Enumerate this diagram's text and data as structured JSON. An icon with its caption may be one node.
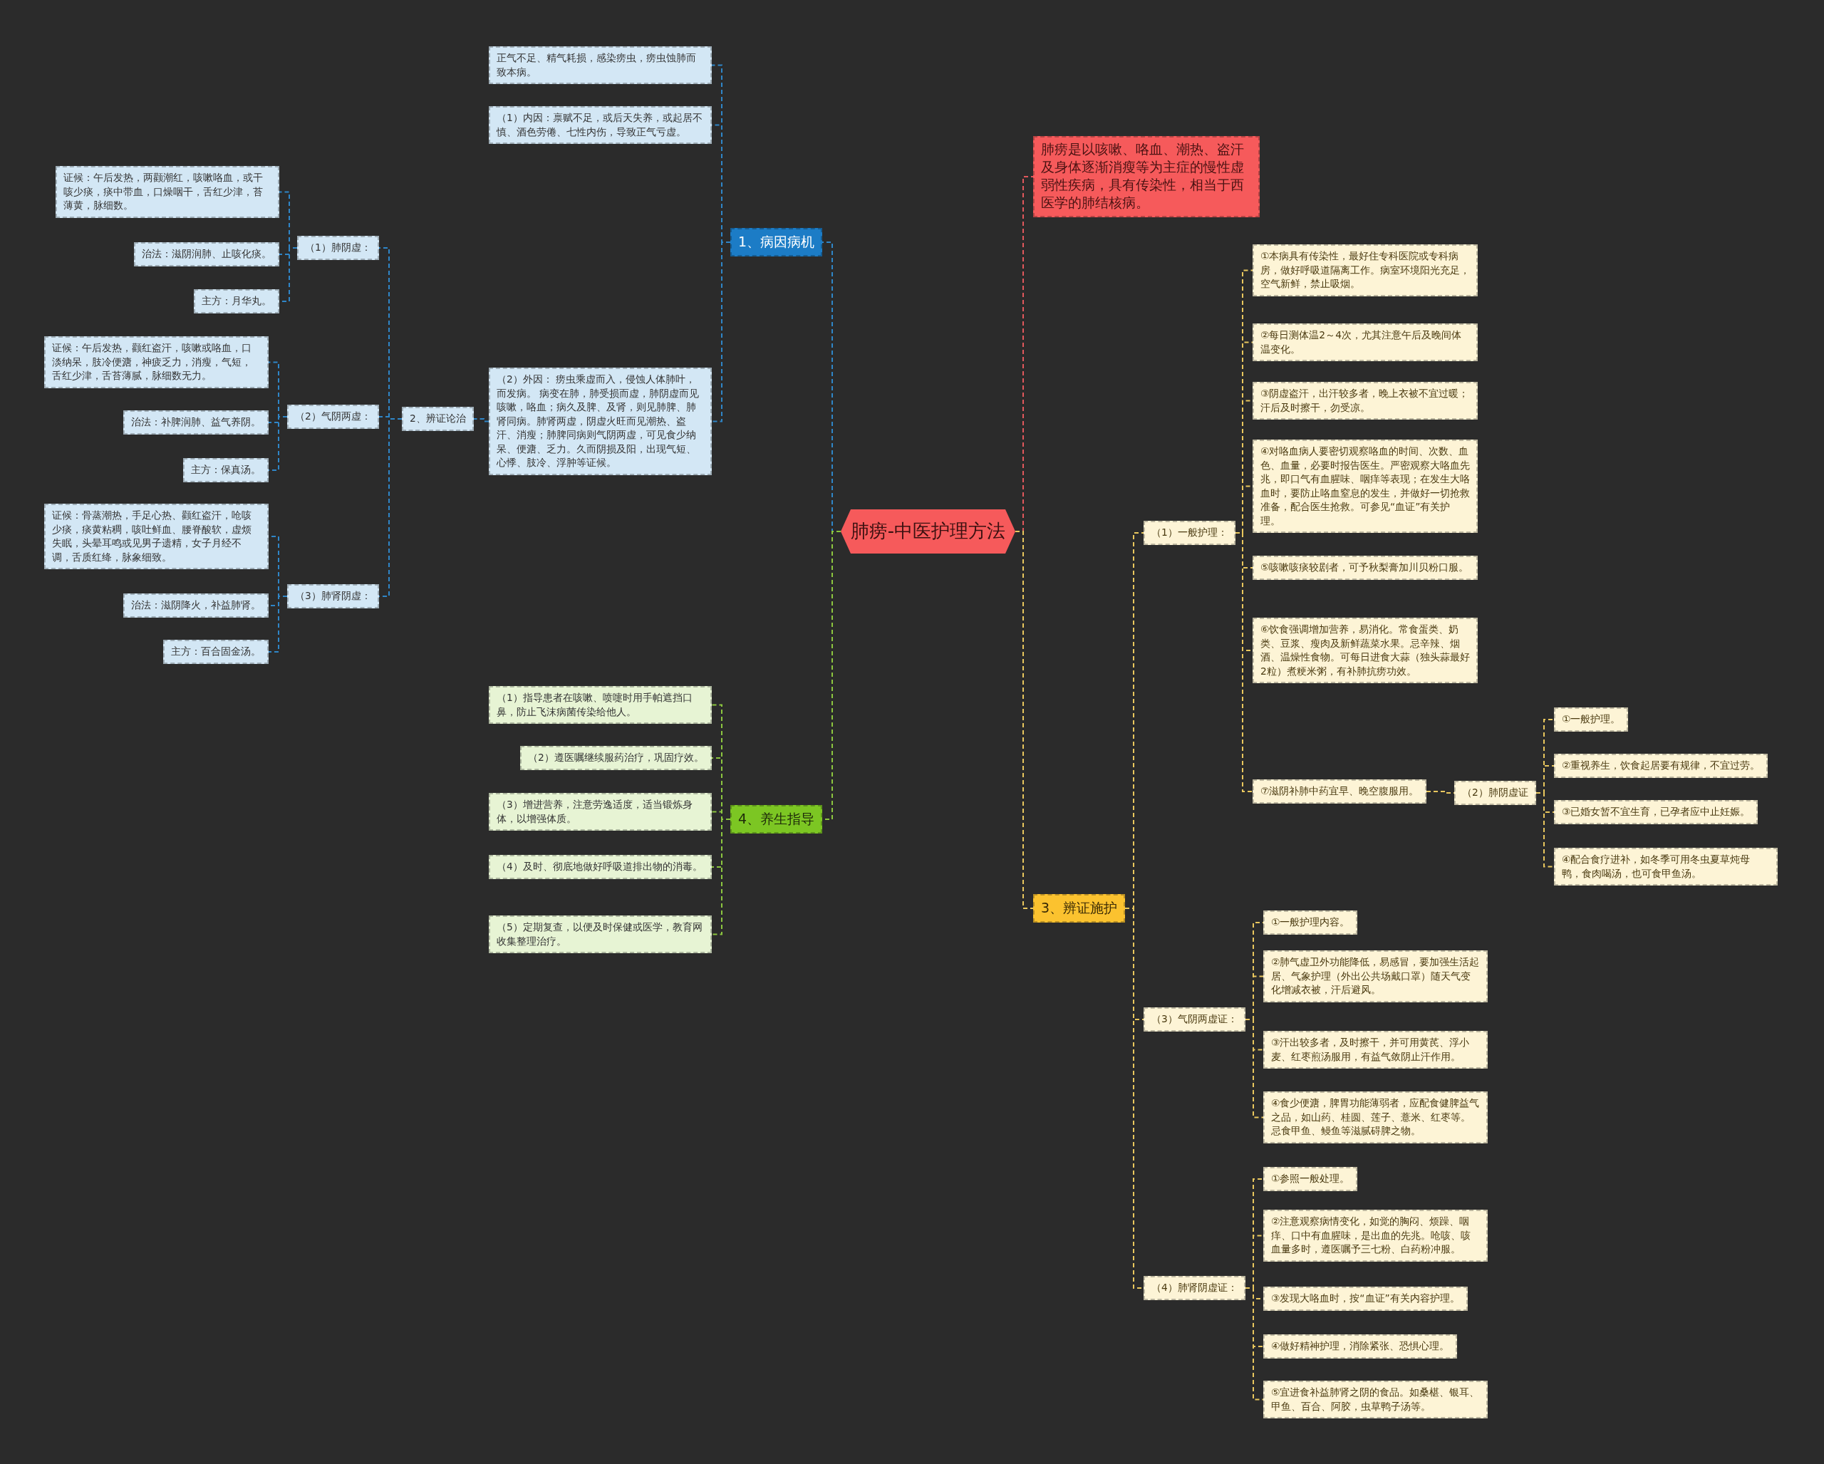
{
  "diagram": {
    "nodes": [
      {
        "text": [
          "肺痨-中医护理方法"
        ]
      },
      {
        "text": [
          "1、病因病机"
        ]
      },
      {
        "text": [
          "正气不足、精气耗损，感染痨虫，痨虫蚀肺而致本病。"
        ]
      },
      {
        "text": [
          "（1）内因：禀赋不足，或后天失养，或起居不慎、酒色劳倦、七性内伤，导致正气亏虚。"
        ]
      },
      {
        "text": [
          "（2）外因： 痨虫乘虚而入，侵蚀人体肺叶，而发病。 病变在肺，肺受损而虚，肺阴虚而见咳嗽，咯血；病久及脾、及肾，则见肺脾、肺肾同病。肺肾两虚，阴虚火旺而见潮热、盗汗、消瘦；肺脾同病则气阴两虚，可见食少纳呆、便溏、乏力。久而阴损及阳，出现气短、心悸、肢冷、浮肿等证候。"
        ]
      },
      {
        "text": [
          "2、辨证论治"
        ]
      },
      {
        "text": [
          "（1）肺阴虚："
        ]
      },
      {
        "text": [
          "证候：午后发热，两颧潮红，咳嗽咯血，或干咳少痰，痰中带血，口燥咽干，舌红少津，苔薄黄，脉细数。"
        ]
      },
      {
        "text": [
          "治法：滋阴润肺、止咳化痰。"
        ]
      },
      {
        "text": [
          "主方：月华丸。"
        ]
      },
      {
        "text": [
          "（2）气阴两虚："
        ]
      },
      {
        "text": [
          "证候：午后发热，颧红盗汗，咳嗽或咯血，口淡纳呆，肢冷便溏，神疲乏力，消瘦，气短，舌红少津，舌苔薄腻，脉细数无力。"
        ]
      },
      {
        "text": [
          "治法：补脾润肺、益气养阴。"
        ]
      },
      {
        "text": [
          "主方：保真汤。"
        ]
      },
      {
        "text": [
          "（3）肺肾阴虚："
        ]
      },
      {
        "text": [
          "证候：骨蒸潮热，手足心热、颧红盗汗，呛咳少痰，痰黄粘稠，咳吐鲜血、腰脊酸软，虚烦失眠，头晕耳鸣或见男子遗精，女子月经不调，舌质红绛，脉象细致。"
        ]
      },
      {
        "text": [
          "治法：滋阴降火，补益肺肾。"
        ]
      },
      {
        "text": [
          "主方：百合固金汤。"
        ]
      },
      {
        "text": [
          "4、养生指导"
        ]
      },
      {
        "text": [
          "（1）指导患者在咳嗽、喷嚏时用手帕遮挡口鼻，防止飞沫病菌传染给他人。"
        ]
      },
      {
        "text": [
          "（2）遵医嘱继续服药治疗，巩固疗效。"
        ]
      },
      {
        "text": [
          "（3）增进营养，注意劳逸适度，适当锻炼身体，以增强体质。"
        ]
      },
      {
        "text": [
          "（4）及时、彻底地做好呼吸道排出物的消毒。"
        ]
      },
      {
        "text": [
          "（5）定期复查，以便及时保健或医学，教育网收集整理治疗。"
        ]
      },
      {
        "text": [
          "肺痨是以咳嗽、咯血、潮热、盗汗及身体逐渐消瘦等为主症的慢性虚弱性疾病，具有传染性，相当于西医学的肺结核病。"
        ]
      },
      {
        "text": [
          "3、辨证施护"
        ]
      },
      {
        "text": [
          "（1）一般护理："
        ]
      },
      {
        "text": [
          "①本病具有传染性，最好住专科医院或专科病房，做好呼吸道隔离工作。病室环境阳光充足，空气新鲜，禁止吸烟。"
        ]
      },
      {
        "text": [
          "②每日测体温2～4次，尤其注意午后及晚间体温变化。"
        ]
      },
      {
        "text": [
          "③阴虚盗汗，出汗较多者，晚上衣被不宜过暖；汗后及时擦干，勿受凉。"
        ]
      },
      {
        "text": [
          "④对咯血病人要密切观察咯血的时间、次数、血色、血量，必要时报告医生。严密观察大咯血先兆，即口气有血腥味、咽痒等表现；在发生大咯血时，要防止咯血窒息的发生，并做好一切抢救准备，配合医生抢救。可参见“血证”有关护理。"
        ]
      },
      {
        "text": [
          "⑤咳嗽咳痰较剧者，可予秋梨膏加川贝粉口服。"
        ]
      },
      {
        "text": [
          "⑥饮食强调增加营养，易消化。常食蛋类、奶类、豆浆、瘦肉及新鲜蔬菜水果。忌辛辣、烟酒、温燥性食物。可每日进食大蒜（独头蒜最好2粒）煮粳米粥，有补肺抗痨功效。"
        ]
      },
      {
        "text": [
          "⑦滋阴补肺中药宜早、晚空腹服用。"
        ]
      },
      {
        "text": [
          "（2）肺阴虚证"
        ]
      },
      {
        "text": [
          "①一般护理。"
        ]
      },
      {
        "text": [
          "②重视养生，饮食起居要有规律，不宜过劳。"
        ]
      },
      {
        "text": [
          "③已婚女暂不宜生育，已孕者应中止妊娠。"
        ]
      },
      {
        "text": [
          "④配合食疗进补，如冬季可用冬虫夏草炖母鸭，食肉喝汤，也可食甲鱼汤。"
        ]
      },
      {
        "text": [
          "（3）气阴两虚证："
        ]
      },
      {
        "text": [
          "①一般护理内容。"
        ]
      },
      {
        "text": [
          "②肺气虚卫外功能降低，易感冒，要加强生活起居、气象护理（外出公共场戴口罩）随天气变化增减衣被，汗后避风。"
        ]
      },
      {
        "text": [
          "③汗出较多者，及时擦干，并可用黄芪、浮小麦、红枣煎汤服用，有益气敛阴止汗作用。"
        ]
      },
      {
        "text": [
          "④食少便溏，脾胃功能薄弱者，应配食健脾益气之品，如山药、桂圆、莲子、薏米、红枣等。忌食甲鱼、鳗鱼等滋腻碍脾之物。"
        ]
      },
      {
        "text": [
          "（4）肺肾阴虚证："
        ]
      },
      {
        "text": [
          "①参照一般处理。"
        ]
      },
      {
        "text": [
          "②注意观察病情变化，如觉的胸闷、烦躁、咽痒、口中有血腥味，是出血的先兆。呛咳、咳血量多时，遵医嘱予三七粉、白药粉冲服。"
        ]
      },
      {
        "text": [
          "③发现大咯血时，按“血证”有关内容护理。"
        ]
      },
      {
        "text": [
          "④做好精神护理，消除紧张、恐惧心理。"
        ]
      },
      {
        "text": [
          "⑤宜进食补益肺肾之阴的食品。如桑椹、银耳、甲鱼、百合、阿胶，虫草鸭子汤等。"
        ]
      }
    ],
    "edges": [
      {
        "from": 0,
        "to": 1,
        "arrow": "none",
        "style": "dashed",
        "color": "#2f86c8"
      },
      {
        "from": 1,
        "to": 2,
        "arrow": "none",
        "style": "dashed",
        "color": "#2f86c8"
      },
      {
        "from": 1,
        "to": 3,
        "arrow": "none",
        "style": "dashed",
        "color": "#2f86c8"
      },
      {
        "from": 1,
        "to": 4,
        "arrow": "none",
        "style": "dashed",
        "color": "#2f86c8"
      },
      {
        "from": 4,
        "to": 5,
        "arrow": "none",
        "style": "dashed",
        "color": "#2f86c8"
      },
      {
        "from": 5,
        "to": 6,
        "arrow": "none",
        "style": "dashed",
        "color": "#2f86c8"
      },
      {
        "from": 5,
        "to": 10,
        "arrow": "none",
        "style": "dashed",
        "color": "#2f86c8"
      },
      {
        "from": 5,
        "to": 14,
        "arrow": "none",
        "style": "dashed",
        "color": "#2f86c8"
      },
      {
        "from": 6,
        "to": 7,
        "arrow": "none",
        "style": "dashed",
        "color": "#2f86c8"
      },
      {
        "from": 6,
        "to": 8,
        "arrow": "none",
        "style": "dashed",
        "color": "#2f86c8"
      },
      {
        "from": 6,
        "to": 9,
        "arrow": "none",
        "style": "dashed",
        "color": "#2f86c8"
      },
      {
        "from": 10,
        "to": 11,
        "arrow": "none",
        "style": "dashed",
        "color": "#2f86c8"
      },
      {
        "from": 10,
        "to": 12,
        "arrow": "none",
        "style": "dashed",
        "color": "#2f86c8"
      },
      {
        "from": 10,
        "to": 13,
        "arrow": "none",
        "style": "dashed",
        "color": "#2f86c8"
      },
      {
        "from": 14,
        "to": 15,
        "arrow": "none",
        "style": "dashed",
        "color": "#2f86c8"
      },
      {
        "from": 14,
        "to": 16,
        "arrow": "none",
        "style": "dashed",
        "color": "#2f86c8"
      },
      {
        "from": 14,
        "to": 17,
        "arrow": "none",
        "style": "dashed",
        "color": "#2f86c8"
      },
      {
        "from": 0,
        "to": 18,
        "arrow": "none",
        "style": "dashed",
        "color": "#8cc63f"
      },
      {
        "from": 18,
        "to": 19,
        "arrow": "none",
        "style": "dashed",
        "color": "#8cc63f"
      },
      {
        "from": 18,
        "to": 20,
        "arrow": "none",
        "style": "dashed",
        "color": "#8cc63f"
      },
      {
        "from": 18,
        "to": 21,
        "arrow": "none",
        "style": "dashed",
        "color": "#8cc63f"
      },
      {
        "from": 18,
        "to": 22,
        "arrow": "none",
        "style": "dashed",
        "color": "#8cc63f"
      },
      {
        "from": 18,
        "to": 23,
        "arrow": "none",
        "style": "dashed",
        "color": "#8cc63f"
      },
      {
        "from": 0,
        "to": 24,
        "arrow": "none",
        "style": "dashed",
        "color": "#e2585c"
      },
      {
        "from": 0,
        "to": 25,
        "arrow": "none",
        "style": "dashed"
      },
      {
        "from": 25,
        "to": 26,
        "arrow": "none",
        "style": "dashed"
      },
      {
        "from": 25,
        "to": 39,
        "arrow": "none",
        "style": "dashed"
      },
      {
        "from": 25,
        "to": 44,
        "arrow": "none",
        "style": "dashed"
      },
      {
        "from": 26,
        "to": 27,
        "arrow": "none",
        "style": "dashed"
      },
      {
        "from": 26,
        "to": 28,
        "arrow": "none",
        "style": "dashed"
      },
      {
        "from": 26,
        "to": 29,
        "arrow": "none",
        "style": "dashed"
      },
      {
        "from": 26,
        "to": 30,
        "arrow": "none",
        "style": "dashed"
      },
      {
        "from": 26,
        "to": 31,
        "arrow": "none",
        "style": "dashed"
      },
      {
        "from": 26,
        "to": 32,
        "arrow": "none",
        "style": "dashed"
      },
      {
        "from": 26,
        "to": 33,
        "arrow": "none",
        "style": "dashed"
      },
      {
        "from": 33,
        "to": 34,
        "arrow": "none",
        "style": "dashed"
      },
      {
        "from": 34,
        "to": 35,
        "arrow": "none",
        "style": "dashed"
      },
      {
        "from": 34,
        "to": 36,
        "arrow": "none",
        "style": "dashed"
      },
      {
        "from": 34,
        "to": 37,
        "arrow": "none",
        "style": "dashed"
      },
      {
        "from": 34,
        "to": 38,
        "arrow": "none",
        "style": "dashed"
      },
      {
        "from": 39,
        "to": 40,
        "arrow": "none",
        "style": "dashed"
      },
      {
        "from": 39,
        "to": 41,
        "arrow": "none",
        "style": "dashed"
      },
      {
        "from": 39,
        "to": 42,
        "arrow": "none",
        "style": "dashed"
      },
      {
        "from": 39,
        "to": 43,
        "arrow": "none",
        "style": "dashed"
      },
      {
        "from": 44,
        "to": 45,
        "arrow": "none",
        "style": "dashed"
      },
      {
        "from": 44,
        "to": 46,
        "arrow": "none",
        "style": "dashed"
      },
      {
        "from": 44,
        "to": 47,
        "arrow": "none",
        "style": "dashed"
      },
      {
        "from": 44,
        "to": 48,
        "arrow": "none",
        "style": "dashed"
      },
      {
        "from": 44,
        "to": 49,
        "arrow": "none",
        "style": "dashed"
      }
    ]
  }
}
